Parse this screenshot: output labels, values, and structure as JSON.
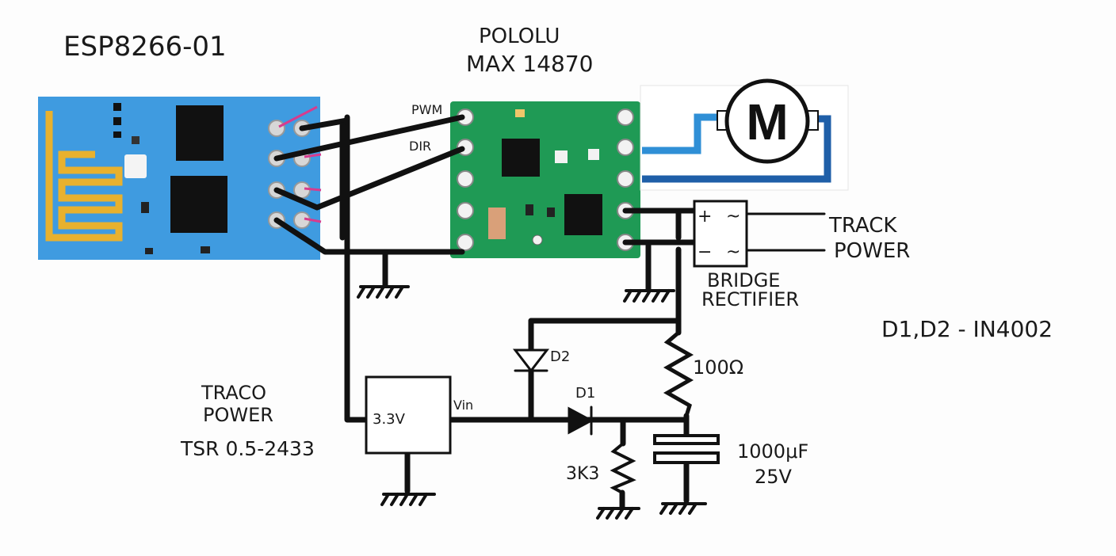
{
  "labels": {
    "esp": "ESP8266-01",
    "pololu": "POLOLU",
    "max": "MAX 14870",
    "pwm": "PWM",
    "dir": "DIR",
    "motor": "M",
    "track": "TRACK",
    "power": "POWER",
    "plus": "+",
    "minus": "−",
    "tilde1": "~",
    "tilde2": "~",
    "bridge": "BRIDGE",
    "rectifier": "RECTIFIER",
    "diodes": "D1,D2 - IN4002",
    "d2": "D2",
    "d1": "D1",
    "r1": "100Ω",
    "r2": "3K3",
    "cap_value": "1000μF",
    "cap_voltage": "25V",
    "traco": "TRACO",
    "traco_power": "POWER",
    "traco_model": "TSR 0.5-2433",
    "reg_out": "3.3V",
    "reg_in": "Vin"
  },
  "colors": {
    "esp_board": "#3f9be0",
    "antenna": "#e8b12e",
    "pololu_board": "#1f9a55",
    "motor_wire_light": "#2f8fd6",
    "motor_wire_dark": "#1f5fa8",
    "ink": "#111111"
  }
}
